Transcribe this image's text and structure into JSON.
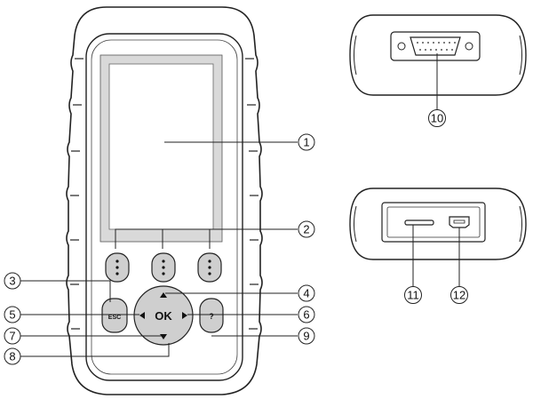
{
  "device": {
    "buttons": {
      "esc_label": "ESC",
      "ok_label": "OK",
      "help_label": "?"
    }
  },
  "callouts": {
    "c1": "1",
    "c2": "2",
    "c3": "3",
    "c4": "4",
    "c5": "5",
    "c6": "6",
    "c7": "7",
    "c8": "8",
    "c9": "9",
    "c10": "10",
    "c11": "11",
    "c12": "12"
  },
  "colors": {
    "outline": "#222222",
    "screen": "#d9d9d9",
    "button": "#cfcfcf",
    "bumper": "#ffffff",
    "background": "#ffffff"
  }
}
